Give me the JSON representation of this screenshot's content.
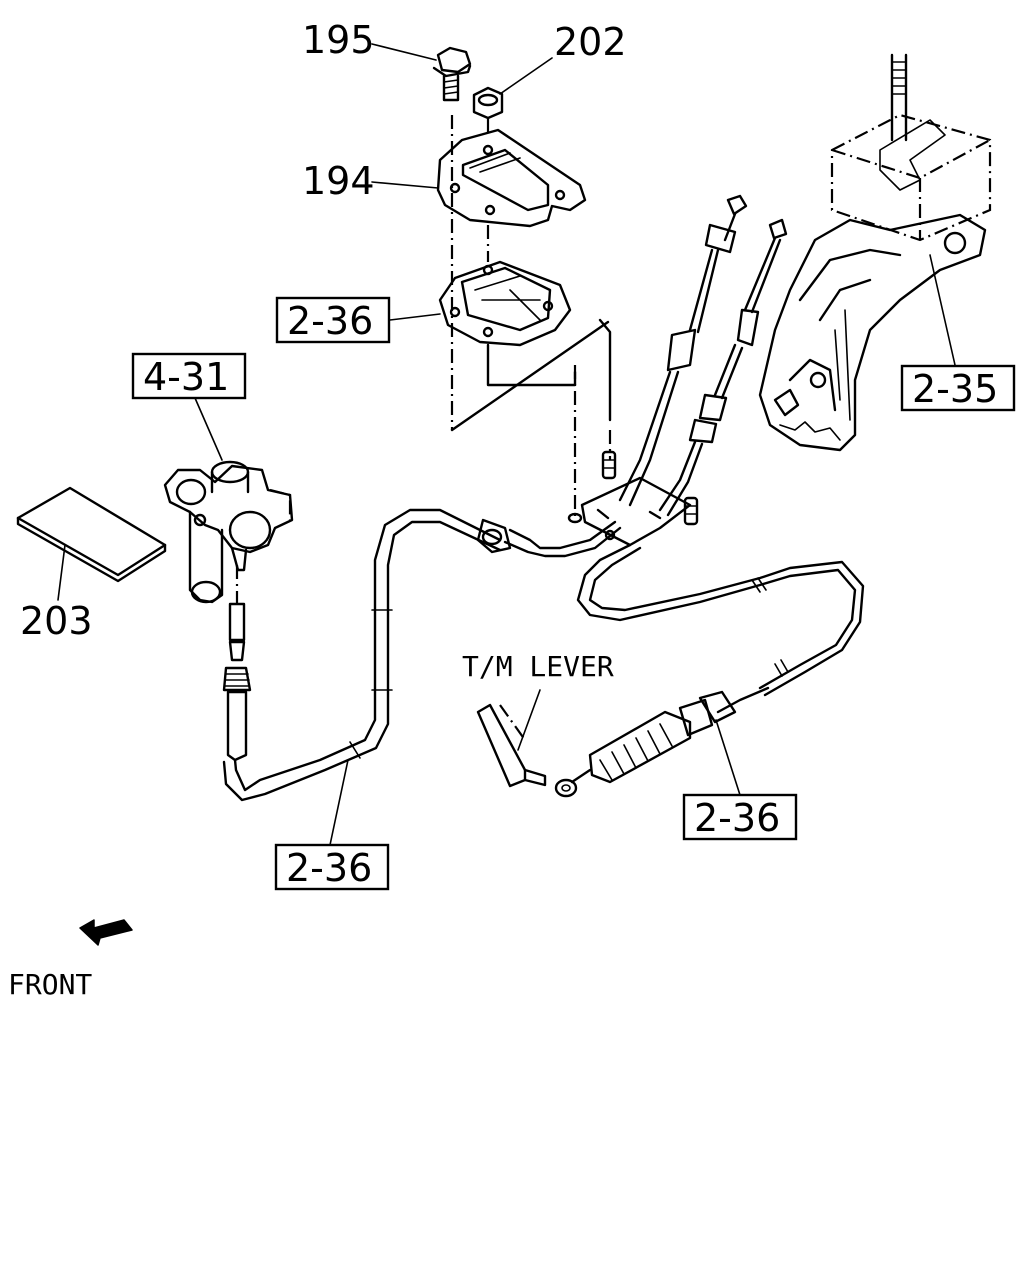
{
  "callouts": {
    "c195": "195",
    "c202": "202",
    "c194": "194",
    "c236_upper": "2-36",
    "c431": "4-31",
    "c235": "2-35",
    "c203": "203",
    "c236_lower": "2-36",
    "c236_right": "2-36"
  },
  "notes": {
    "tm_lever": "T/M LEVER",
    "front": "FRONT"
  }
}
